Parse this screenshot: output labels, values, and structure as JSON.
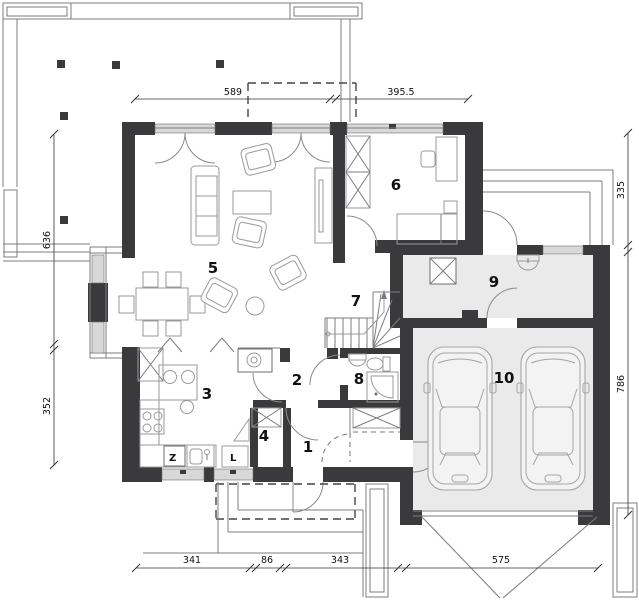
{
  "plan": {
    "rooms": [
      "1",
      "2",
      "3",
      "4",
      "5",
      "6",
      "7",
      "8",
      "9",
      "10"
    ],
    "dims": {
      "top": [
        "589",
        "395.5"
      ],
      "left": [
        "636",
        "352"
      ],
      "right": [
        "335",
        "786"
      ],
      "bottom": [
        "341",
        "86",
        "343",
        "575"
      ]
    },
    "labels": {
      "dishwasher": "Z",
      "fridge": "L"
    },
    "colors": {
      "wall": "#3a3a3c",
      "garage_floor": "#e9eae9",
      "line": "#7d7d7d",
      "dim_text": "#111111"
    }
  }
}
